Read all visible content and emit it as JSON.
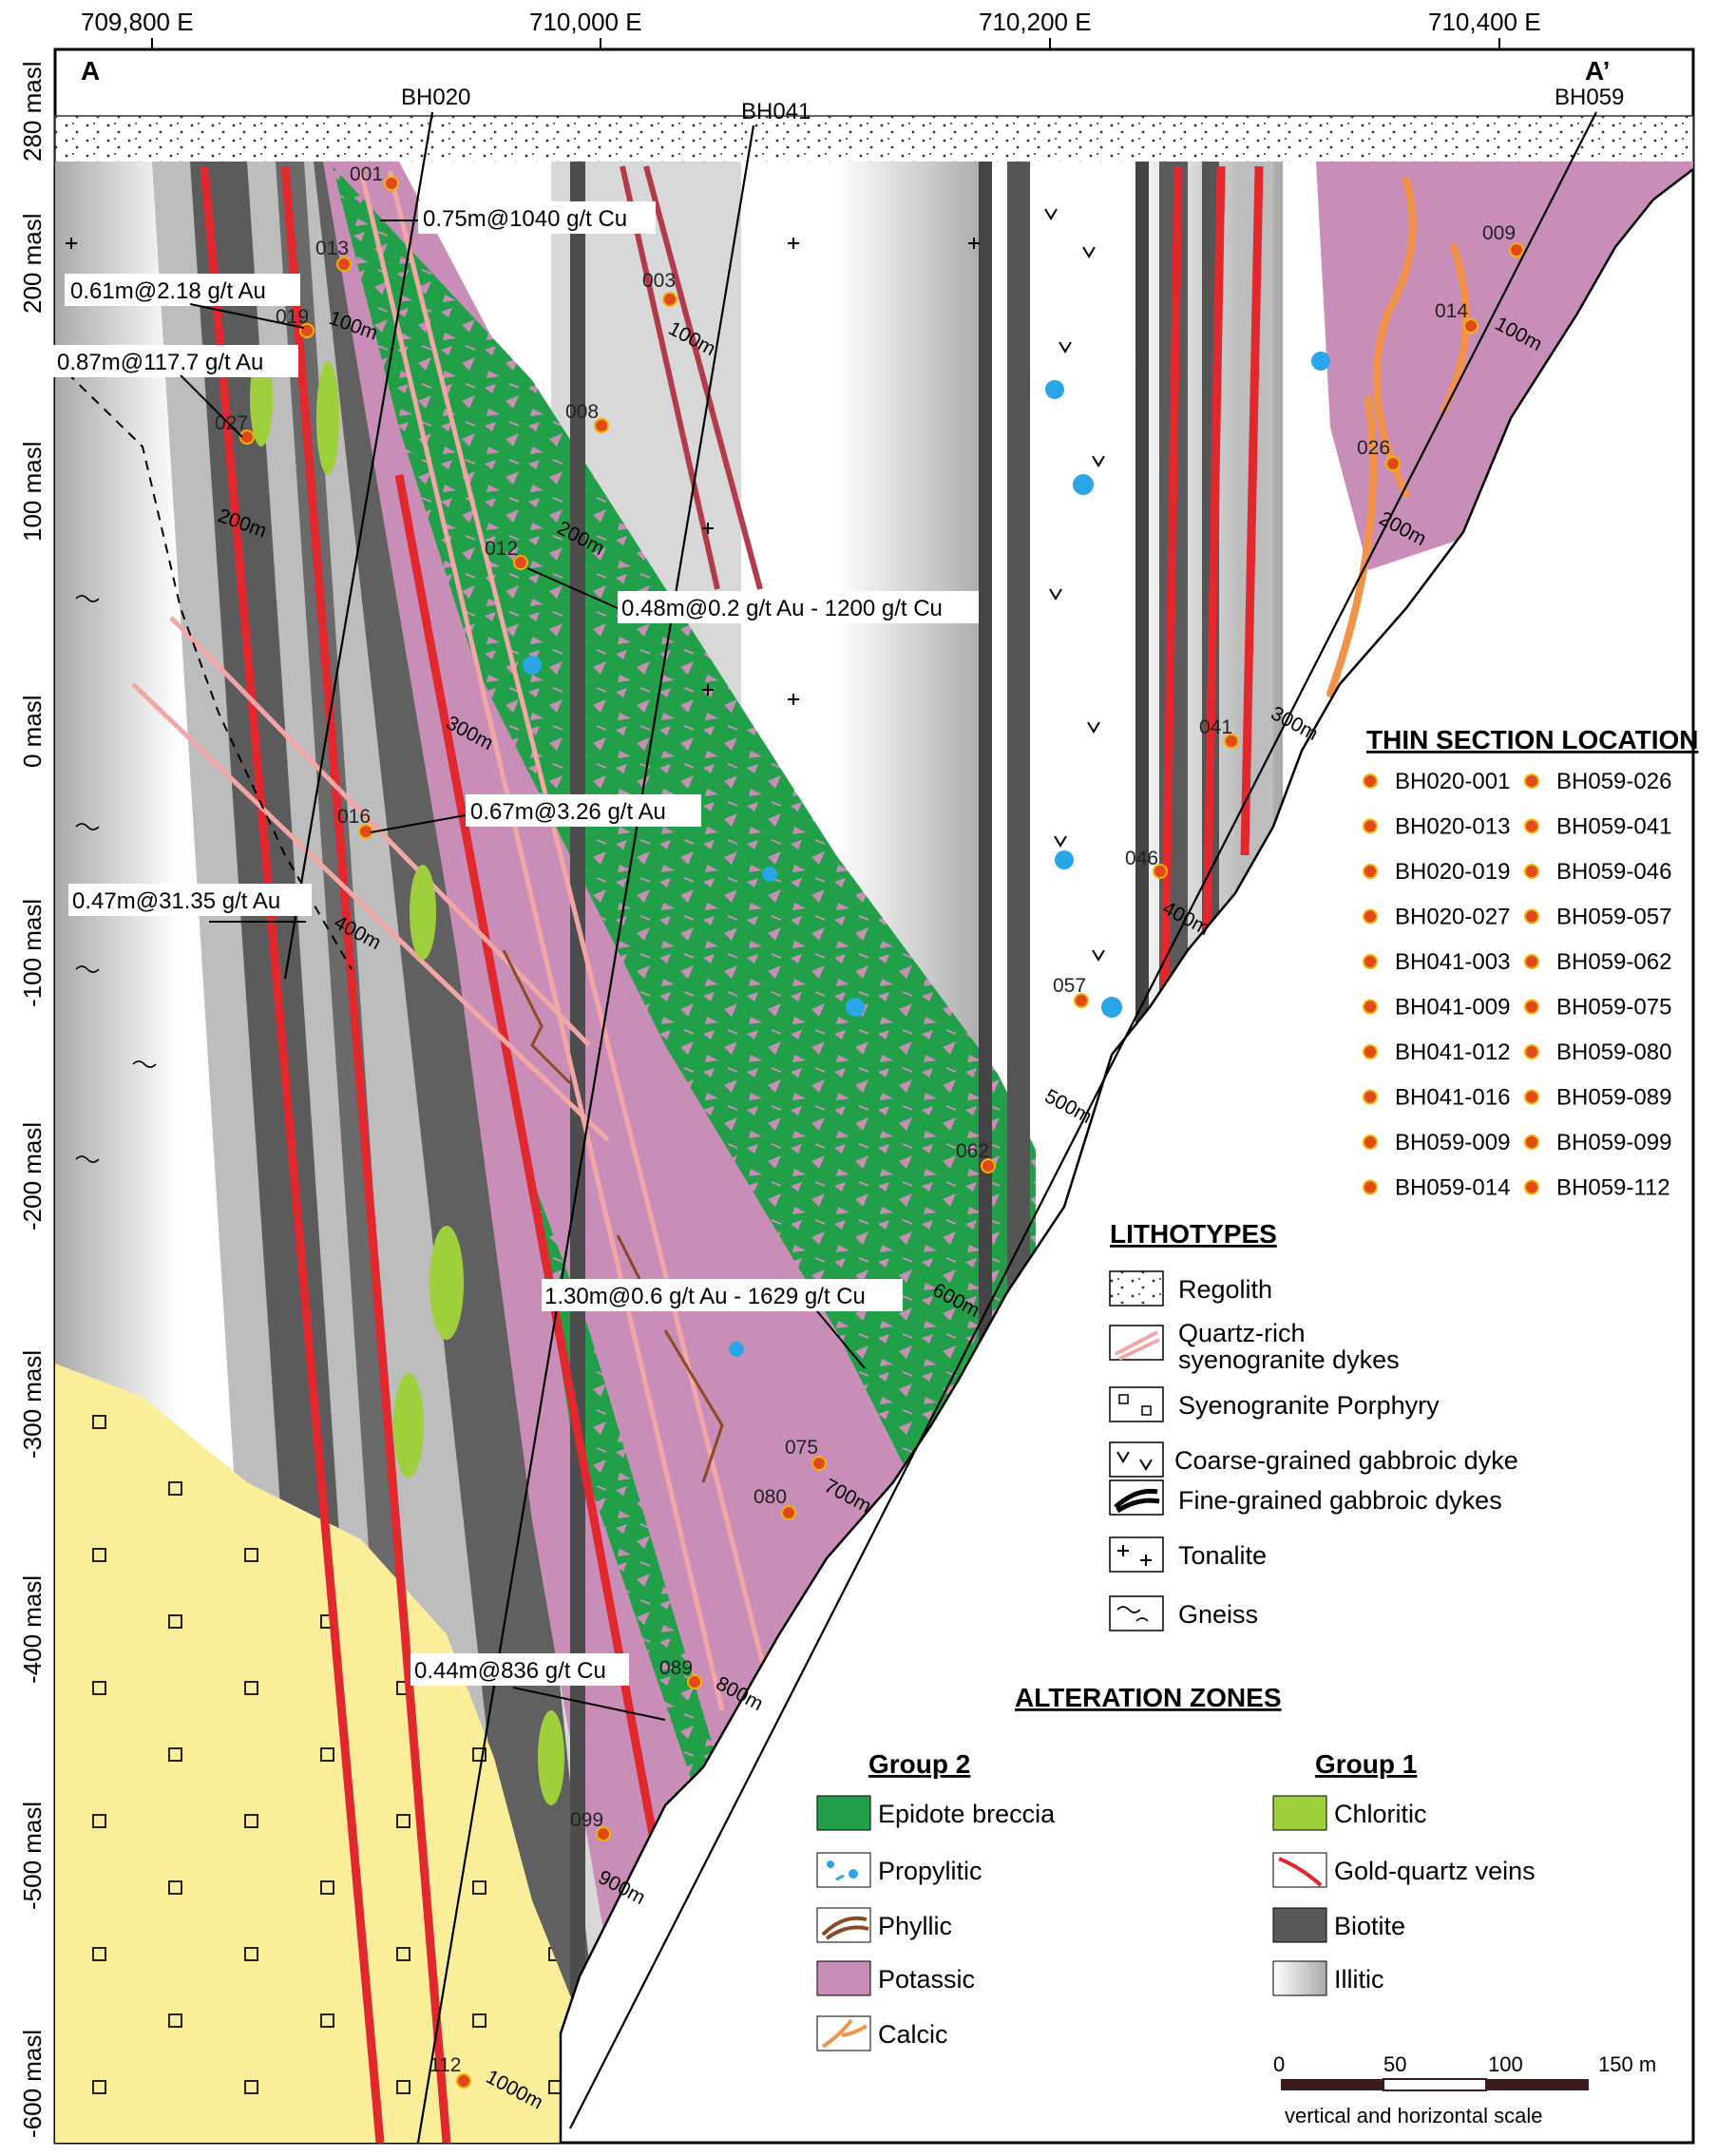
{
  "header": {
    "eastings": [
      "709,800 E",
      "710,000 E",
      "710,200 E",
      "710,400 E"
    ],
    "section_start": "A",
    "section_end": "A’"
  },
  "elevations": [
    "280 masl",
    "200 masl",
    "100 masl",
    "0 masl",
    "-100 masl",
    "-200 masl",
    "-300 masl",
    "-400 masl",
    "-500 masl",
    "-600 masl"
  ],
  "boreholes": [
    "BH020",
    "BH041",
    "BH059"
  ],
  "samples": [
    "001",
    "013",
    "019",
    "027",
    "016",
    "003",
    "008",
    "012",
    "041",
    "046",
    "057",
    "062",
    "075",
    "080",
    "089",
    "099",
    "112",
    "009",
    "014",
    "026"
  ],
  "depth_marks": [
    "100m",
    "200m",
    "100m",
    "200m",
    "300m",
    "400m",
    "100m",
    "200m",
    "300m",
    "400m",
    "500m",
    "600m",
    "700m",
    "800m",
    "900m",
    "1000m"
  ],
  "assays": [
    "0.75m@1040 g/t Cu",
    "0.61m@2.18 g/t Au",
    "0.87m@117.7 g/t Au",
    "0.48m@0.2 g/t Au - 1200 g/t Cu",
    "0.67m@3.26 g/t Au",
    "0.47m@31.35 g/t Au",
    "1.30m@0.6 g/t Au - 1629 g/t Cu",
    "0.44m@836 g/t Cu"
  ],
  "thin_sections": {
    "title": "THIN SECTION LOCATION",
    "col1": [
      "BH020-001",
      "BH020-013",
      "BH020-019",
      "BH020-027",
      "BH041-003",
      "BH041-009",
      "BH041-012",
      "BH041-016",
      "BH059-009",
      "BH059-014"
    ],
    "col2": [
      "BH059-026",
      "BH059-041",
      "BH059-046",
      "BH059-057",
      "BH059-062",
      "BH059-075",
      "BH059-080",
      "BH059-089",
      "BH059-099",
      "BH059-112"
    ]
  },
  "lithotypes": {
    "title": "LITHOTYPES",
    "items": [
      "Regolith",
      "Quartz-rich",
      "syenogranite dykes",
      "Syenogranite Porphyry",
      "Coarse-grained gabbroic dyke",
      "Fine-grained gabbroic dykes",
      "Tonalite",
      "Gneiss"
    ]
  },
  "alteration": {
    "title": "ALTERATION ZONES",
    "group2_title": "Group 2",
    "group2": [
      "Epidote breccia",
      "Propylitic",
      "Phyllic",
      "Potassic",
      "Calcic"
    ],
    "group1_title": "Group 1",
    "group1": [
      "Chloritic",
      "Gold-quartz veins",
      "Biotite",
      "Illitic"
    ]
  },
  "scale": {
    "ticks": [
      "0",
      "50",
      "100",
      "150 m"
    ],
    "caption": "vertical and horizontal scale"
  },
  "colors": {
    "epidote": "#21a049",
    "potassic": "#c98eb7",
    "biotite": "#595959",
    "illitic": "#c4c4c4",
    "chloritic": "#9fcf3c",
    "gold_veins": "#e0282e",
    "porphyry": "#fbee9b",
    "calcic": "#f2934a",
    "propylitic": "#2aa6e8",
    "phyllic": "#8a4a22",
    "quartz_dykes": "#f3a6a6",
    "sample_dot": "#e04a1b"
  }
}
